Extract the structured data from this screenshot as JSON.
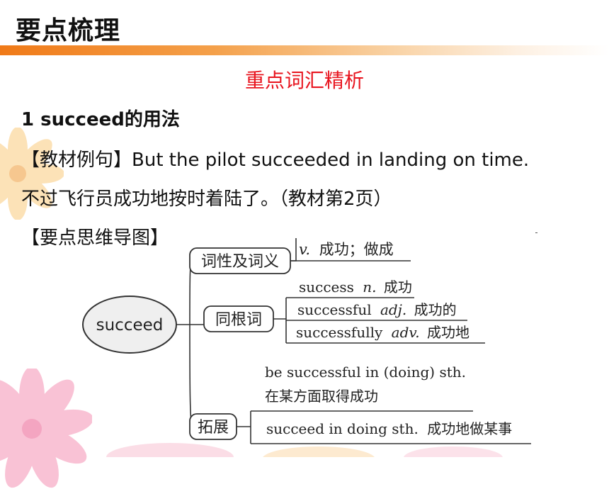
{
  "slide": {
    "title": "要点梳理",
    "section_heading": "重点词汇精析",
    "item_heading": "1  succeed的用法",
    "example_line": "【教材例句】But the pilot succeeded in landing on time.",
    "translation_line": "不过飞行员成功地按时着陆了。（教材第2页）",
    "mindmap_label": "【要点思维导图】"
  },
  "mindmap": {
    "center": "succeed",
    "branches": [
      {
        "label": "词性及词义",
        "items": [
          {
            "word": "",
            "pos": "v.",
            "meaning": "成功；做成"
          }
        ]
      },
      {
        "label": "同根词",
        "items": [
          {
            "word": "success",
            "pos": "n.",
            "meaning": "成功"
          },
          {
            "word": "successful",
            "pos": "adj.",
            "meaning": "成功的"
          },
          {
            "word": "successfully",
            "pos": "adv.",
            "meaning": "成功地"
          }
        ]
      },
      {
        "label": "拓展",
        "items": [
          {
            "word": "be successful in (doing) sth.",
            "pos": "",
            "meaning": "在某方面取得成功"
          },
          {
            "word": "succeed in doing sth.",
            "pos": "",
            "meaning": "成功地做某事"
          }
        ]
      }
    ]
  },
  "colors": {
    "accent_red": "#e8141e",
    "title_bar_orange": "#f07a18",
    "flower_pink": "#f7a9c4",
    "flower_yellow": "#fcd9a0"
  }
}
